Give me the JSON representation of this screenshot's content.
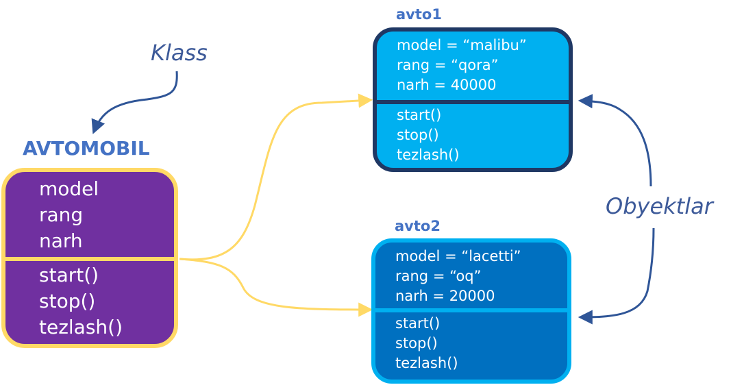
{
  "class_node": {
    "title": "AVTOMOBIL",
    "attributes": [
      "model",
      "rang",
      "narh"
    ],
    "methods": [
      "start()",
      "stop()",
      "tezlash()"
    ]
  },
  "objects": [
    {
      "title": "avto1",
      "attributes": [
        "model = “malibu”",
        "rang = “qora”",
        "narh = 40000"
      ],
      "methods": [
        "start()",
        "stop()",
        "tezlash()"
      ]
    },
    {
      "title": "avto2",
      "attributes": [
        "model = “lacetti”",
        "rang = “oq”",
        "narh = 20000"
      ],
      "methods": [
        "start()",
        "stop()",
        "tezlash()"
      ]
    }
  ],
  "annotations": {
    "klass": "Klass",
    "obyektlar": "Obyektlar"
  },
  "colors": {
    "class_fill": "#7030A0",
    "class_border": "#FFD966",
    "obj1_fill": "#00B0F0",
    "obj1_border": "#1F3864",
    "obj2_fill": "#0070C0",
    "obj2_border": "#00B0F0",
    "title": "#4472C4",
    "annotation": "#3D5A99",
    "connector": "#FFD966"
  }
}
